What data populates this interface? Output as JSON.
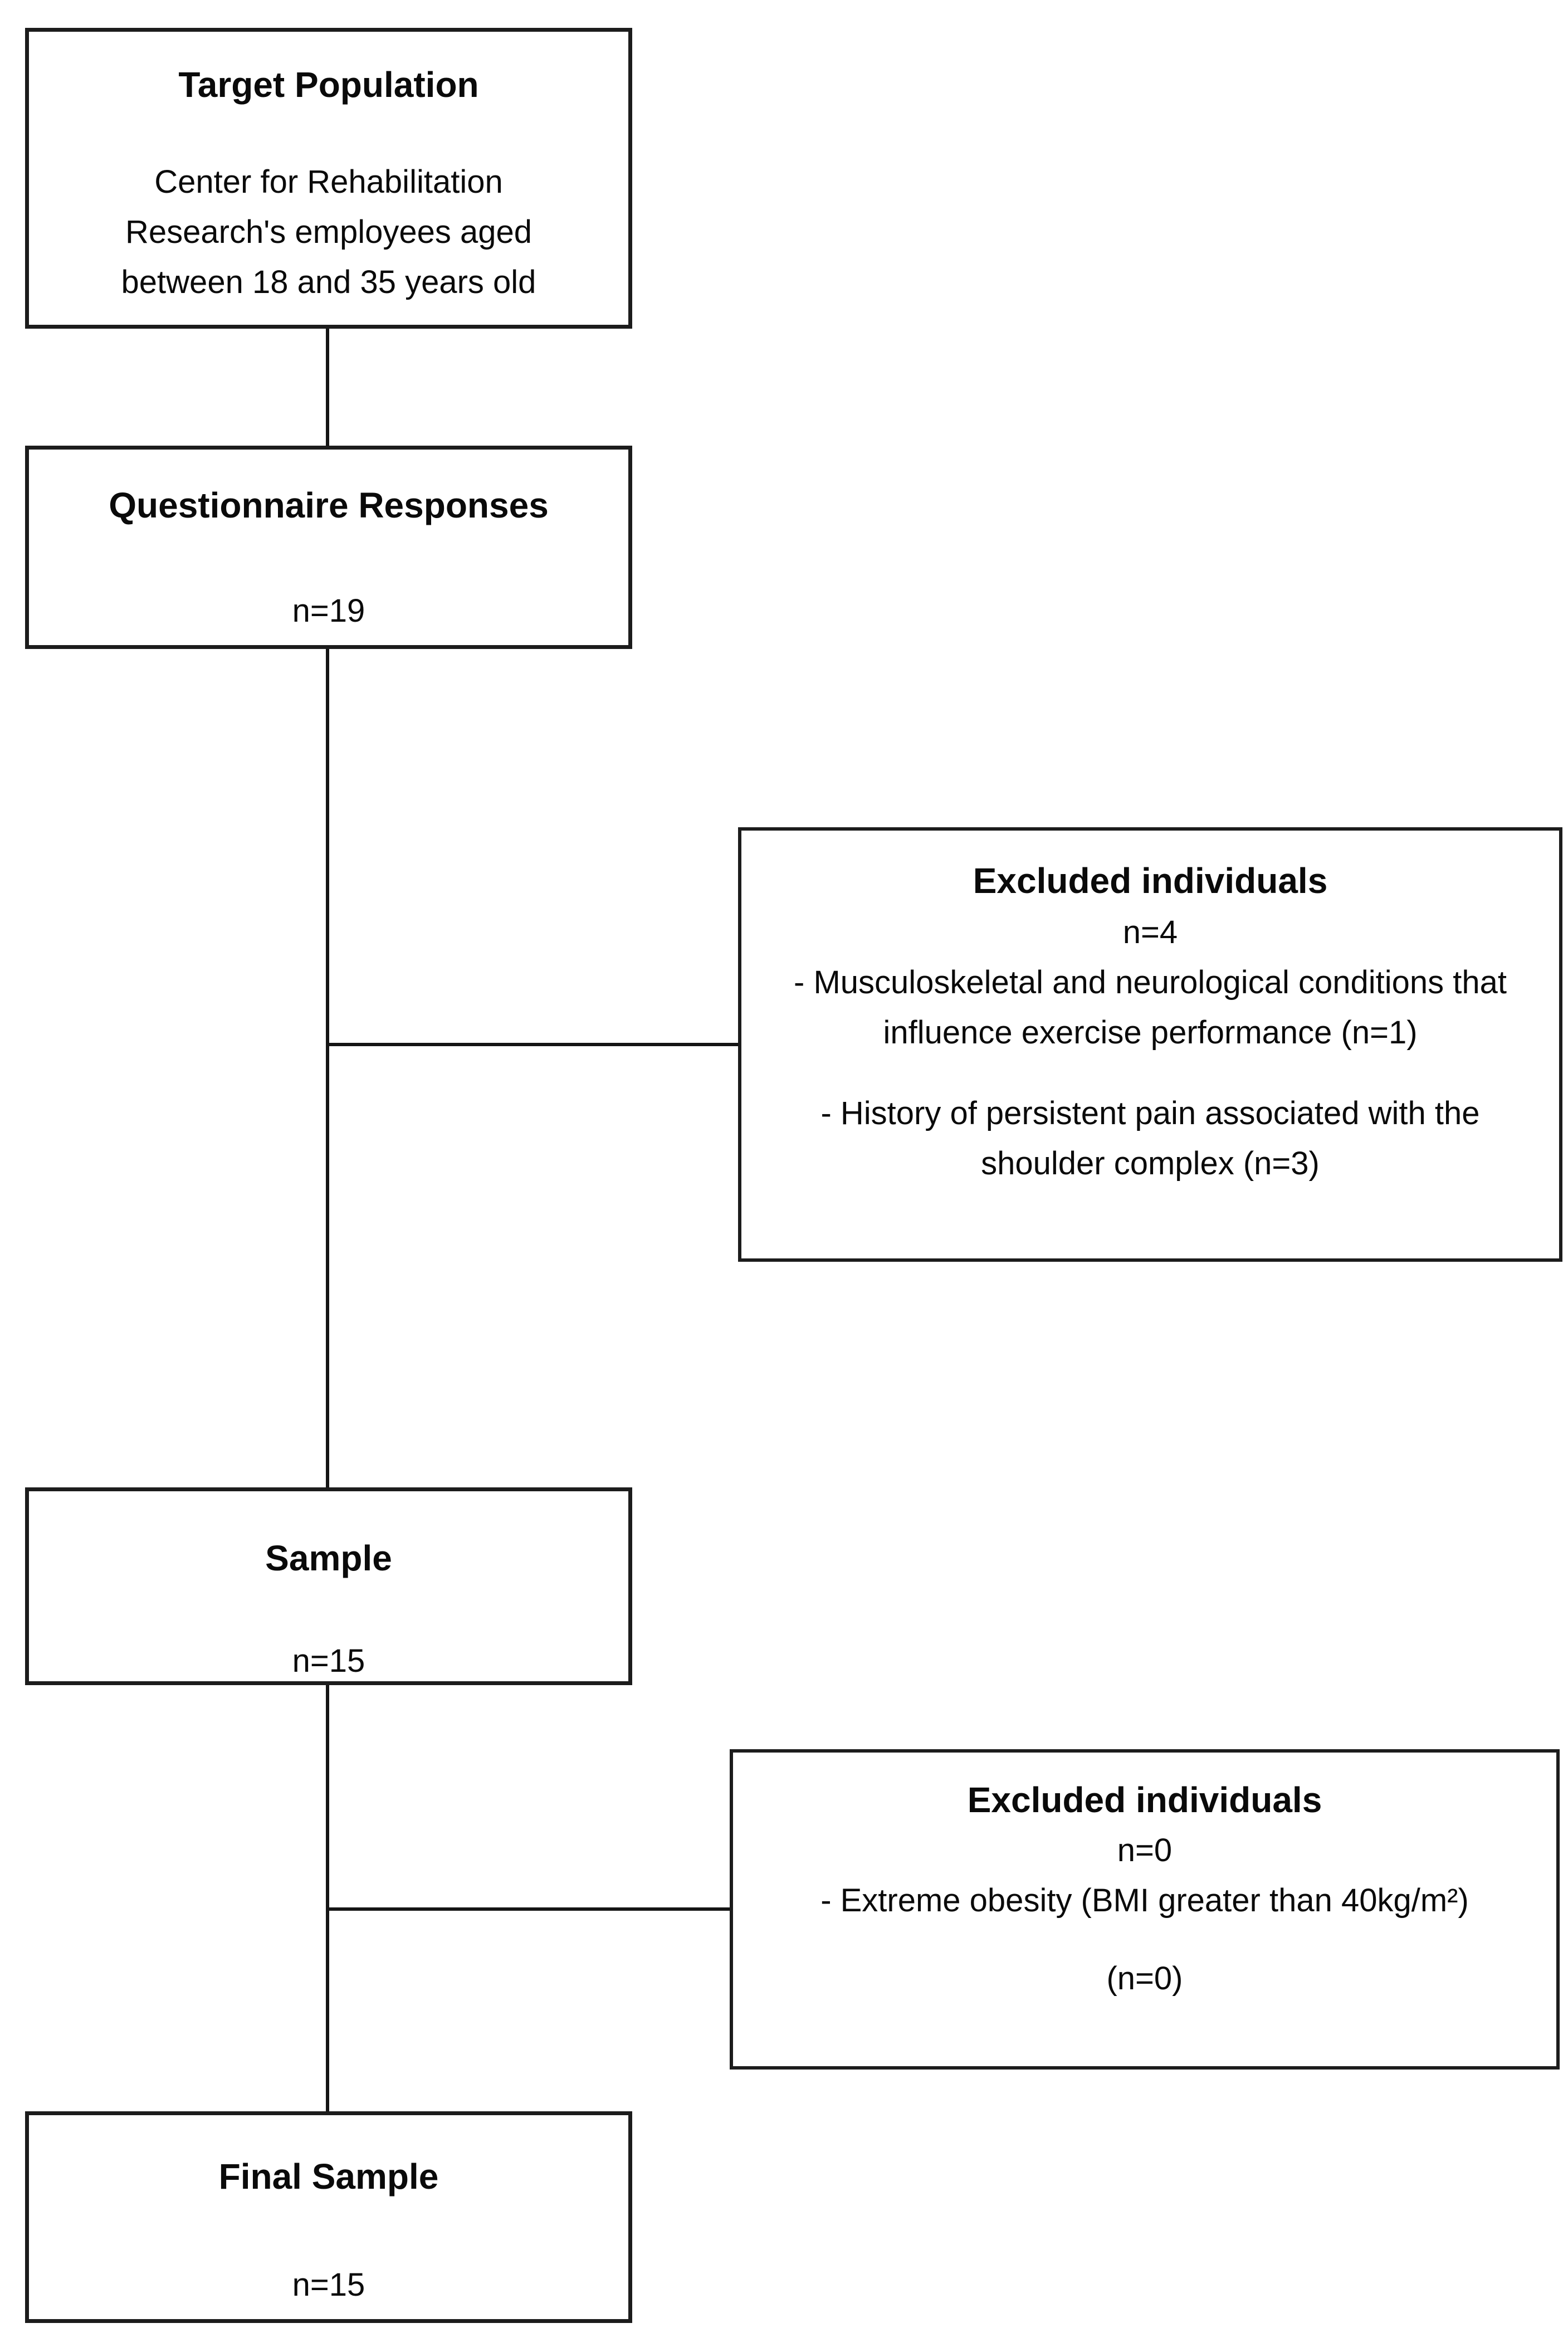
{
  "diagram": {
    "boxes": {
      "target_population": {
        "title": "Target Population",
        "body": "Center for Rehabilitation Research's employees aged between 18 and 35 years old"
      },
      "questionnaire_responses": {
        "title": "Questionnaire Responses",
        "count": "n=19"
      },
      "excluded_individuals_1": {
        "title": "Excluded individuals",
        "count": "n=4",
        "items": [
          "- Musculoskeletal and neurological conditions that influence exercise performance (n=1)",
          "- History of persistent pain associated with the shoulder complex (n=3)"
        ]
      },
      "sample": {
        "title": "Sample",
        "count": "n=15"
      },
      "excluded_individuals_2": {
        "title": "Excluded individuals",
        "count": "n=0",
        "items": [
          "- Extreme obesity (BMI greater than 40kg/m²)",
          "(n=0)"
        ]
      },
      "final_sample": {
        "title": "Final Sample",
        "count": "n=15"
      }
    },
    "colors": {
      "background": "#ffffff",
      "box_border": "#1c1c1c",
      "line": "#151515",
      "text": "#0a0a0a"
    }
  }
}
